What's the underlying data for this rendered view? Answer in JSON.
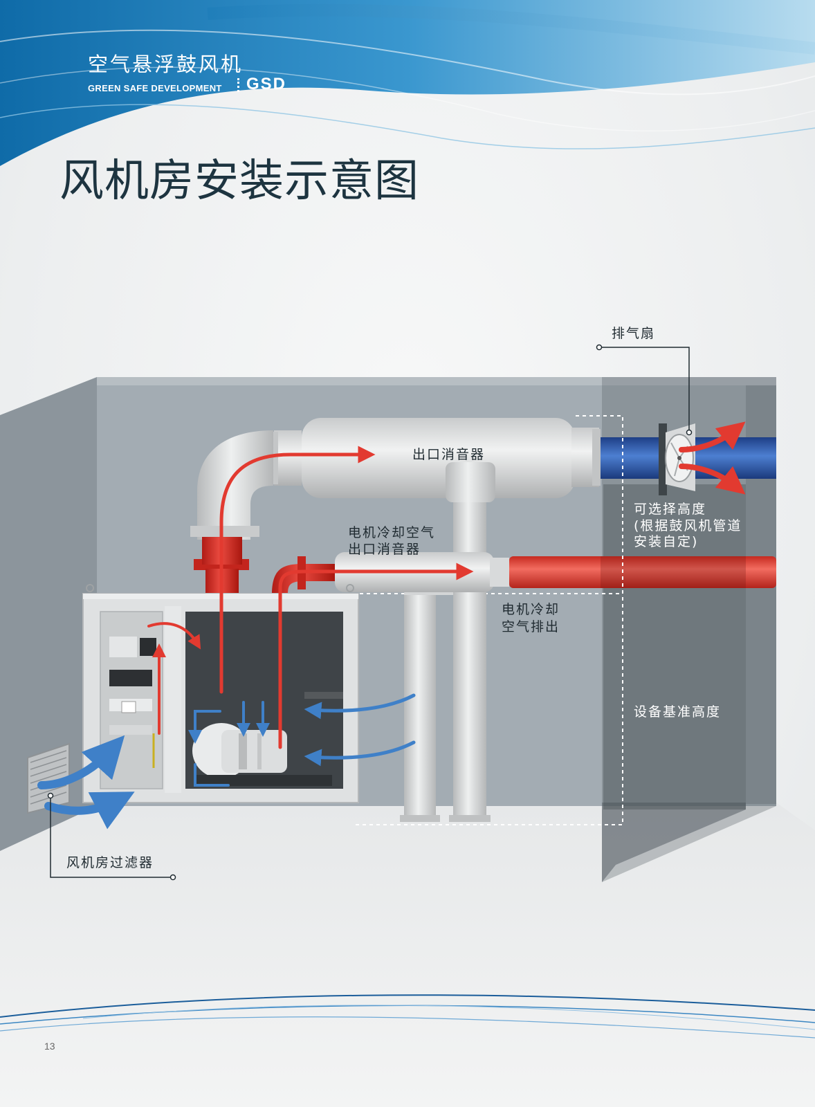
{
  "header": {
    "brand_cn": "空气悬浮鼓风机",
    "brand_en": "GREEN SAFE DEVELOPMENT",
    "brand_logo": "GSD"
  },
  "title": "风机房安装示意图",
  "labels": {
    "exhaust_fan": "排气扇",
    "outlet_silencer": "出口消音器",
    "motor_cooling_silencer_line1": "电机冷却空气",
    "motor_cooling_silencer_line2": "出口消音器",
    "motor_cooling_exhaust_line1": "电机冷却",
    "motor_cooling_exhaust_line2": "空气排出",
    "optional_height_line1": "可选择高度",
    "optional_height_line2": "(根据鼓风机管道",
    "optional_height_line3": "安装自定)",
    "equipment_base_height": "设备基准高度",
    "room_filter": "风机房过滤器"
  },
  "colors": {
    "hot_air": "#d9342b",
    "cold_air": "#3a7cc2",
    "equipment_red": "#d42a22",
    "duct_blue": "#2a4f9c",
    "wall": "#a3acb3",
    "title": "#1d3440"
  },
  "icons": [
    "exhaust-fan-icon",
    "filter-louver-icon",
    "hot-air-arrow-icon",
    "cold-air-arrow-icon"
  ],
  "page_number": "13"
}
